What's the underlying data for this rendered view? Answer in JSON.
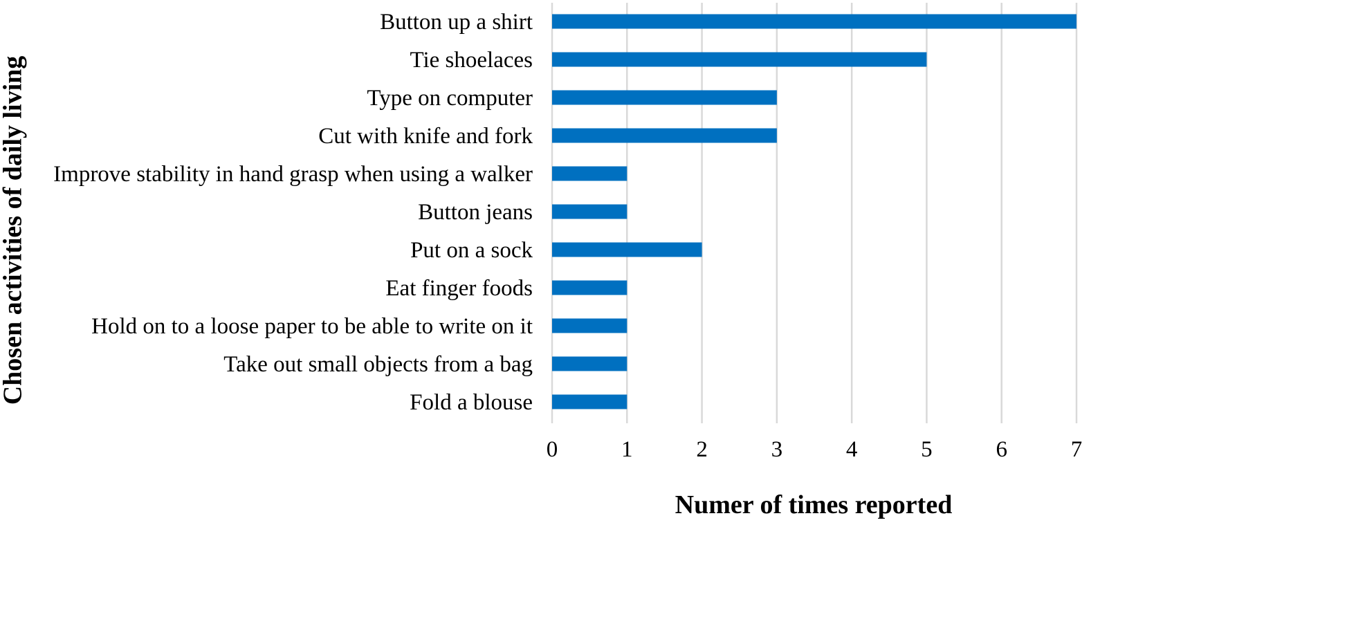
{
  "chart_data": {
    "type": "bar",
    "orientation": "horizontal",
    "categories": [
      "Button up a shirt",
      "Tie shoelaces",
      "Type on computer",
      "Cut with knife and fork",
      "Improve stability in hand grasp when using a walker",
      "Button jeans",
      "Put on a sock",
      "Eat finger foods",
      "Hold on to a loose paper to be able to write on it",
      "Take out small objects from a bag",
      "Fold a blouse"
    ],
    "values": [
      7,
      5,
      3,
      3,
      1,
      1,
      2,
      1,
      1,
      1,
      1
    ],
    "xlabel": "Numer of times reported",
    "ylabel": "Chosen activities of daily living",
    "xlim": [
      0,
      7
    ],
    "xticks": [
      0,
      1,
      2,
      3,
      4,
      5,
      6,
      7
    ],
    "grid": "vertical",
    "legend": "none",
    "bar_color": "#0070c0",
    "grid_color": "#d9d9d9"
  }
}
